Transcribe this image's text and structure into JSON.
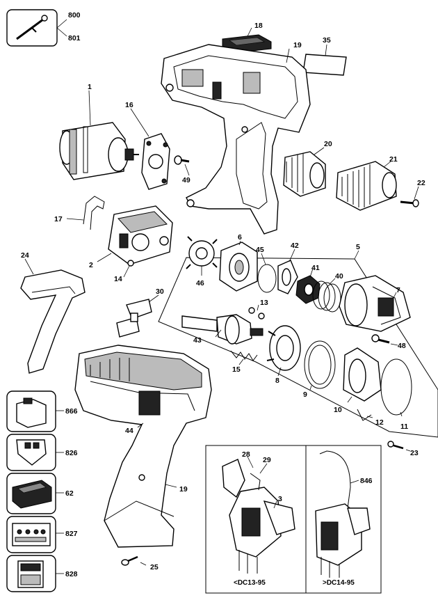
{
  "labels": {
    "p800": "800",
    "p801": "801",
    "p18": "18",
    "p19a": "19",
    "p35": "35",
    "p1": "1",
    "p16": "16",
    "p49": "49",
    "p20": "20",
    "p21": "21",
    "p22": "22",
    "p17": "17",
    "p2": "2",
    "p14": "14",
    "p6": "6",
    "p45": "45",
    "p42": "42",
    "p5": "5",
    "p41": "41",
    "p40": "40",
    "p7": "7",
    "p24": "24",
    "p30": "30",
    "p46": "46",
    "p13": "13",
    "p43": "43",
    "p48": "48",
    "p15": "15",
    "p8": "8",
    "p9": "9",
    "p10": "10",
    "p12": "12",
    "p11": "11",
    "p866": "866",
    "p44": "44",
    "p23": "23",
    "p826": "826",
    "p28": "28",
    "p29": "29",
    "p3": "3",
    "p846": "846",
    "p62": "62",
    "p19b": "19",
    "p827": "827",
    "p828": "828",
    "p25": "25"
  },
  "captions": {
    "variant_a": "<DC13-95",
    "variant_b": ">DC14-95"
  }
}
